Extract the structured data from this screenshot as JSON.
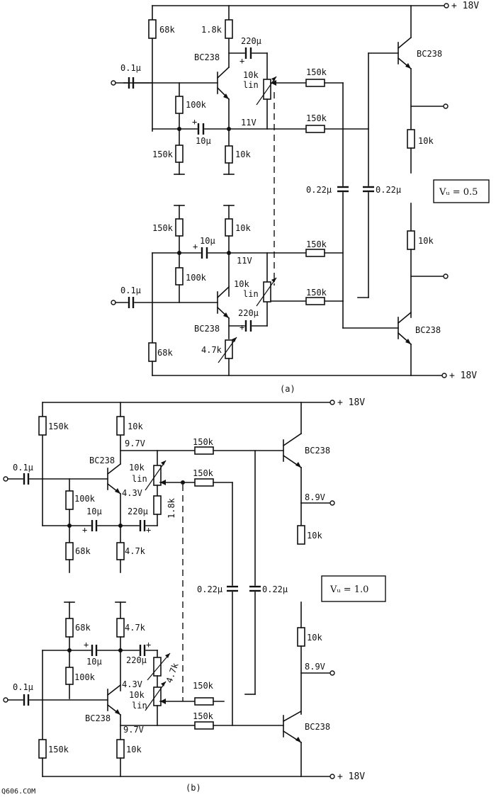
{
  "circuit_a": {
    "caption": "(a)",
    "gain": "Vᵤ = 0.5",
    "supply_top": "+ 18V",
    "supply_bottom": "+ 18V",
    "labels": {
      "r68k_top": "68k",
      "r1_8k": "1.8k",
      "c220_top": "220μ",
      "bc238_q1": "BC238",
      "c0_1_top": "0.1μ",
      "pot_top_value": "10k",
      "pot_top_type": "lin",
      "r100k_top": "100k",
      "r150k_a": "150k",
      "r150k_b": "150k",
      "v11_top": "11V",
      "c10_top": "10μ",
      "r150k_top_low": "150k",
      "r10k_top_low": "10k",
      "bc238_out_top": "BC238",
      "r10k_out_top": "10k",
      "c022_a": "0.22μ",
      "c022_b": "0.22μ",
      "r150k_bot_high": "150k",
      "r10k_bot_high": "10k",
      "c10_bot": "10μ",
      "v11_bot": "11V",
      "r150k_c": "150k",
      "r100k_bot": "100k",
      "c0_1_bot": "0.1μ",
      "pot_bot_value": "10k",
      "pot_bot_type": "lin",
      "r150k_d": "150k",
      "c220_bot": "220μ",
      "bc238_q3": "BC238",
      "bc238_out_bot": "BC238",
      "r10k_out_bot": "10k",
      "r68k_bot": "68k",
      "r4_7k_var": "4.7k"
    }
  },
  "circuit_b": {
    "caption": "(b)",
    "gain": "Vᵤ = 1.0",
    "supply_top": "+ 18V",
    "supply_bottom": "+ 18V",
    "labels": {
      "r150k_top": "150k",
      "r10k_top": "10k",
      "v9_7_top": "9.7V",
      "r150k_a": "150k",
      "bc238_out_top": "BC238",
      "bc238_q1": "BC238",
      "c0_1_top": "0.1μ",
      "pot_top_value": "10k",
      "pot_top_type": "lin",
      "r150k_b": "150k",
      "r100k_top": "100k",
      "v4_3_top": "4.3V",
      "r1_8k": "1.8k",
      "c10_top": "10μ",
      "c220_top": "220μ",
      "v8_9_top": "8.9V",
      "r68k_top": "68k",
      "r4_7k_top": "4.7k",
      "r10k_out_top": "10k",
      "c022_a": "0.22μ",
      "c022_b": "0.22μ",
      "r68k_bot": "68k",
      "r4_7k_bot": "4.7k",
      "r10k_out_bot": "10k",
      "c10_bot": "10μ",
      "c220_bot": "220μ",
      "r4_7k_var": "4.7k",
      "v8_9_bot": "8.9V",
      "r100k_bot": "100k",
      "v4_3_bot": "4.3V",
      "r150k_c": "150k",
      "c0_1_bot": "0.1μ",
      "pot_bot_value": "10k",
      "pot_bot_type": "lin",
      "bc238_q3": "BC238",
      "r150k_d": "150k",
      "bc238_out_bot": "BC238",
      "v9_7_bot": "9.7V",
      "r150k_bot": "150k",
      "r10k_bot": "10k"
    }
  },
  "watermark": "Q606.COM"
}
